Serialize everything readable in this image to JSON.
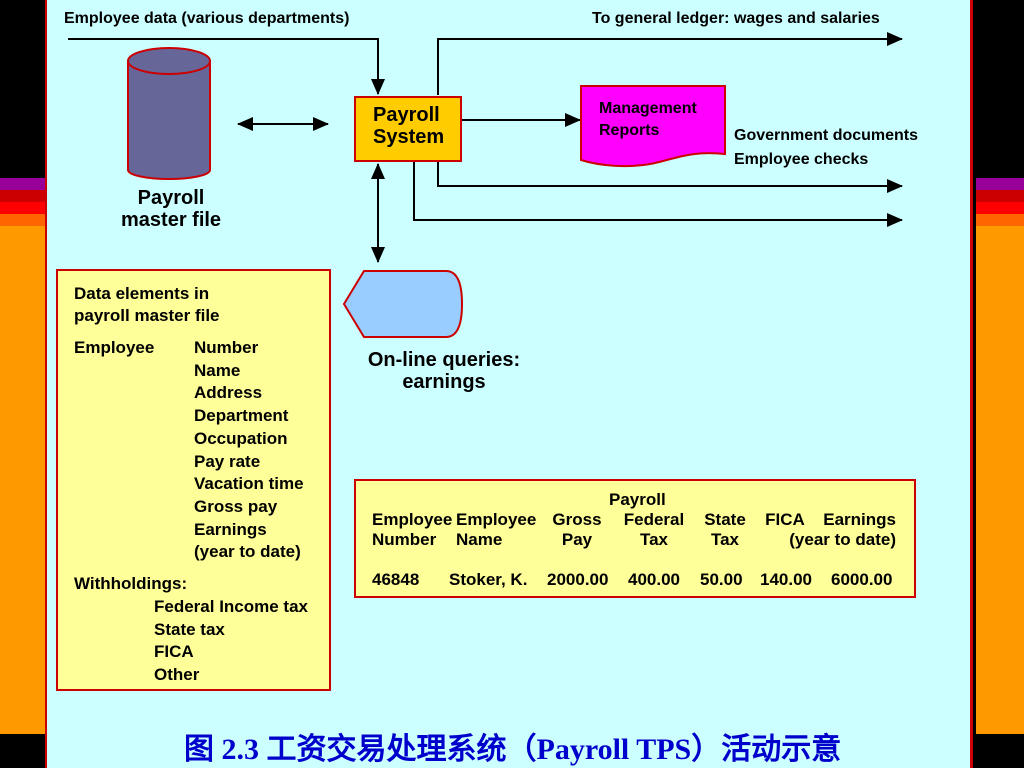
{
  "colors": {
    "panel_bg": "#ccffff",
    "border_red": "#cc0000",
    "payroll_box": "#ffcc00",
    "reports_doc": "#ff00ff",
    "database": "#666699",
    "query_display": "#99ccff",
    "note_bg": "#ffff99",
    "caption": "#0000cc",
    "side_orange": "#ff9900"
  },
  "flows": {
    "employee_data": "Employee data (various departments)",
    "general_ledger": "To general ledger: wages and salaries",
    "government_documents": "Government documents",
    "employee_checks": "Employee checks"
  },
  "payroll_system": {
    "line1": "Payroll",
    "line2": "System"
  },
  "master_file": {
    "line1": "Payroll",
    "line2": "master file"
  },
  "management_reports": {
    "line1": "Management",
    "line2": "Reports"
  },
  "online_queries": {
    "line1": "On-line queries:",
    "line2": "earnings"
  },
  "data_elements": {
    "title_line1": "Data elements in",
    "title_line2": "payroll master file",
    "employee_label": "Employee",
    "employee_fields": [
      "Number",
      "Name",
      "Address",
      "Department",
      "Occupation",
      "Pay rate",
      "Vacation time",
      "Gross pay",
      "Earnings",
      "(year to date)"
    ],
    "withholdings_label": "Withholdings:",
    "withholding_fields": [
      "Federal Income tax",
      "State tax",
      "FICA",
      "Other"
    ]
  },
  "payroll_table": {
    "title": "Payroll",
    "headers": [
      {
        "line1": "Employee",
        "line2": "Number"
      },
      {
        "line1": "Employee",
        "line2": "Name"
      },
      {
        "line1": "Gross",
        "line2": "Pay"
      },
      {
        "line1": "Federal",
        "line2": "Tax"
      },
      {
        "line1": "State",
        "line2": "Tax"
      },
      {
        "line1": "FICA",
        "line2": ""
      },
      {
        "line1": "Earnings",
        "line2": "(year to date)"
      }
    ],
    "row": [
      "46848",
      "Stoker, K.",
      "2000.00",
      "400.00",
      "50.00",
      "140.00",
      "6000.00"
    ]
  },
  "caption": "图 2.3 工资交易处理系统（Payroll TPS）活动示意"
}
